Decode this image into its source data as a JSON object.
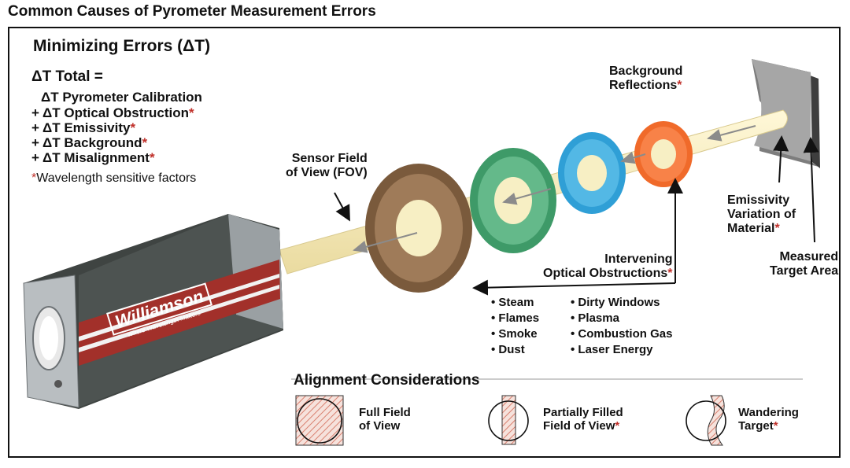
{
  "title": "Common Causes of Pyrometer Measurement Errors",
  "errors_panel": {
    "heading": "Minimizing Errors (ΔT)",
    "total": "ΔT Total =",
    "terms": [
      {
        "text": "ΔT Pyrometer Calibration",
        "starred": false
      },
      {
        "text": "+ ΔT Optical Obstruction",
        "starred": true
      },
      {
        "text": "+ ΔT Emissivity",
        "starred": true
      },
      {
        "text": "+ ΔT Background",
        "starred": true
      },
      {
        "text": "+ ΔT Misalignment",
        "starred": true
      }
    ],
    "star": "*",
    "footnote": "Wavelength sensitive factors"
  },
  "labels": {
    "fov_line1": "Sensor Field",
    "fov_line2": "of View (FOV)",
    "background_line1": "Background",
    "background_line2": "Reflections",
    "emissivity_line1": "Emissivity",
    "emissivity_line2": "Variation of",
    "emissivity_line3": "Material",
    "target_line1": "Measured",
    "target_line2": "Target Area",
    "obstruct_line1": "Intervening",
    "obstruct_line2": "Optical Obstructions"
  },
  "obstructions_col1": [
    "Steam",
    "Flames",
    "Smoke",
    "Dust"
  ],
  "obstructions_col2": [
    "Dirty Windows",
    "Plasma",
    "Combustion Gas",
    "Laser Energy"
  ],
  "brand": {
    "name": "Williamson",
    "tagline": "Where Wavelength Matters"
  },
  "alignment": {
    "heading": "Alignment Considerations",
    "full_line1": "Full Field",
    "full_line2": "of View",
    "partial_line1": "Partially Filled",
    "partial_line2": "Field of View",
    "wander_line1": "Wandering",
    "wander_line2": "Target"
  },
  "colors": {
    "accent_red": "#c0302a",
    "beam": "#f7efc4",
    "ring_brown": "#8a6a4a",
    "ring_green": "#4caa76",
    "ring_blue": "#2f9fd6",
    "ring_orange": "#f06a2a",
    "housing": "#4a4f4d"
  }
}
